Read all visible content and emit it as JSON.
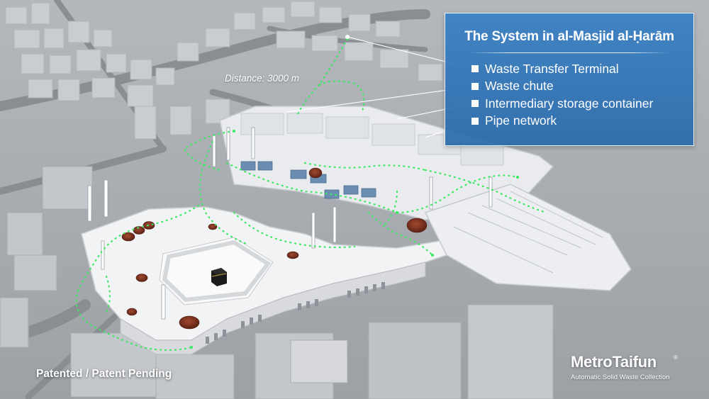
{
  "legend": {
    "title": "The System in al-Masjid al-Ḥarām",
    "items": [
      {
        "label": "Waste Transfer Terminal"
      },
      {
        "label": "Waste chute"
      },
      {
        "label": "Intermediary storage container"
      },
      {
        "label": "Pipe network"
      }
    ]
  },
  "distance_label": "Distance: 3000 m",
  "patent_label": "Patented / Patent Pending",
  "brand": {
    "name": "MetroTaifun",
    "mark": "®",
    "tagline": "Automatic Solid Waste Collection"
  },
  "colors": {
    "ground": "#a9adb1",
    "roads": "#8c9095",
    "buildings": "#c9ccd0",
    "mosque": "#f2f3f5",
    "pipe_network": "#38e060",
    "panel": "#3a7fc3",
    "domes": "#7a3020"
  }
}
